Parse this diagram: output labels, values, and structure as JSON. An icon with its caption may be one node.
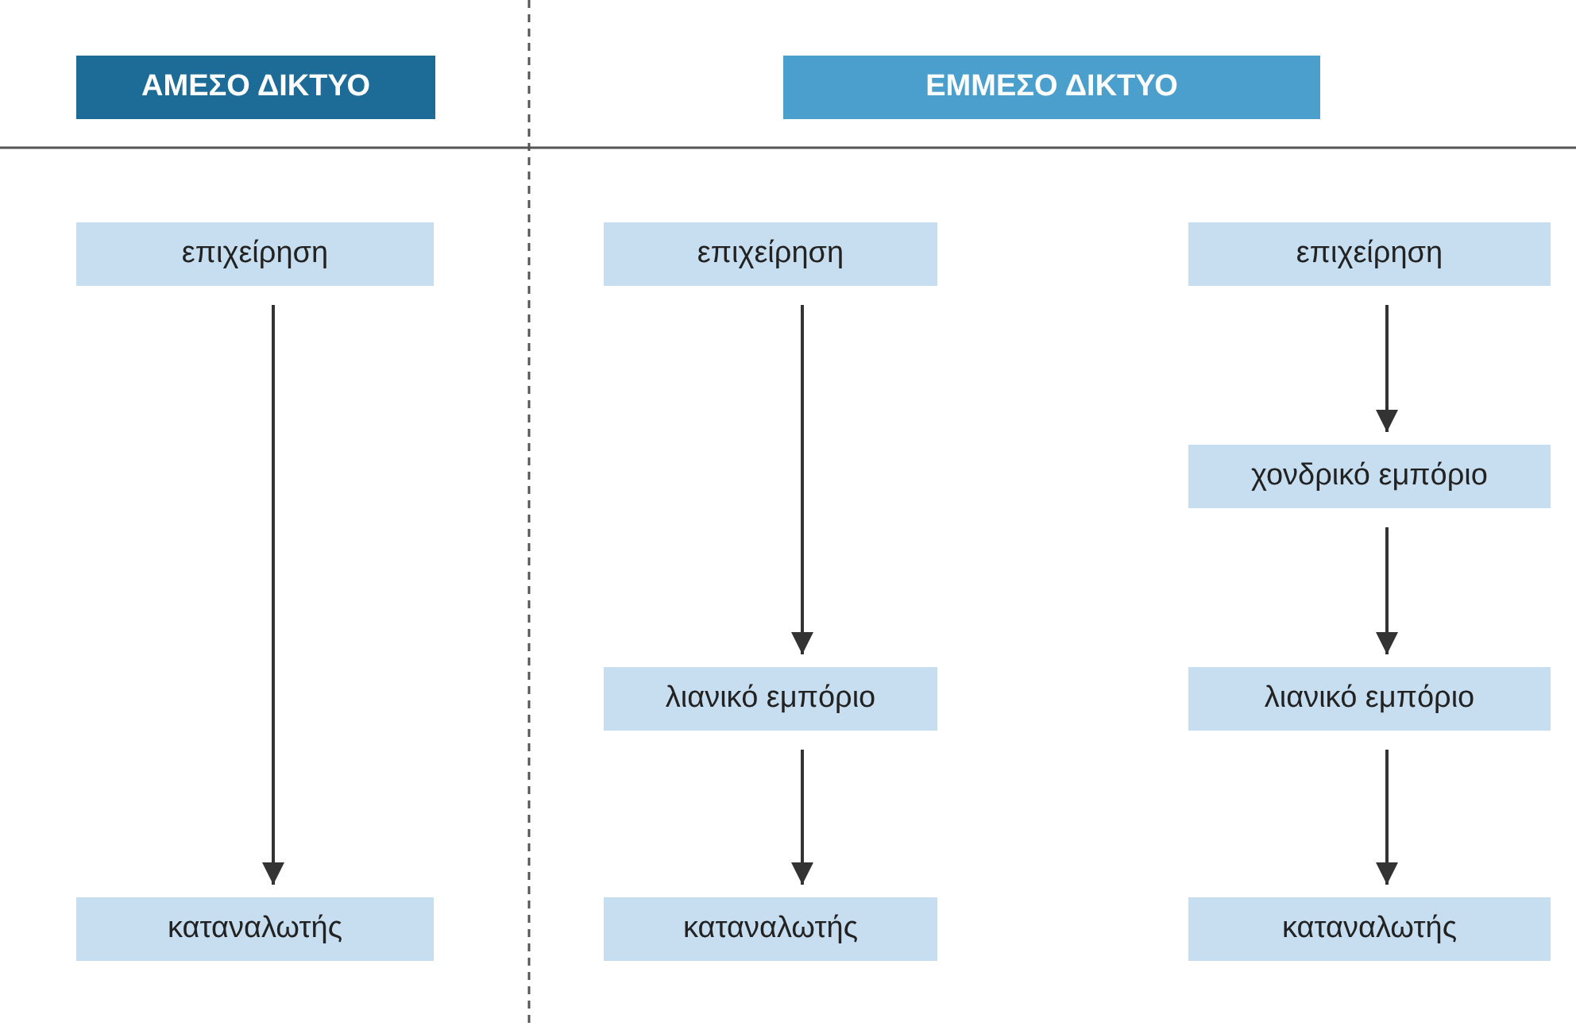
{
  "diagram": {
    "nodes": [
      {
        "text": [
          "ΑΜΕΣΟ ΔΙΚΤΥΟ"
        ]
      },
      {
        "text": [
          "ΕΜΜΕΣΟ ΔΙΚΤΥΟ"
        ]
      },
      {
        "text": [
          "επιχείρηση"
        ]
      },
      {
        "text": [
          "καταναλωτής"
        ]
      },
      {
        "text": [
          "επιχείρηση"
        ]
      },
      {
        "text": [
          "λιανικό εμπόριο"
        ]
      },
      {
        "text": [
          "καταναλωτής"
        ]
      },
      {
        "text": [
          "επιχείρηση"
        ]
      },
      {
        "text": [
          "χονδρικό εμπόριο"
        ]
      },
      {
        "text": [
          "λιανικό εμπόριο"
        ]
      },
      {
        "text": [
          "καταναλωτής"
        ]
      }
    ],
    "edges": [
      {
        "from": 2,
        "to": 3,
        "arrow": "to"
      },
      {
        "from": 4,
        "to": 5,
        "arrow": "to"
      },
      {
        "from": 5,
        "to": 6,
        "arrow": "to"
      },
      {
        "from": 7,
        "to": 8,
        "arrow": "to"
      },
      {
        "from": 8,
        "to": 9,
        "arrow": "to"
      },
      {
        "from": 9,
        "to": 10,
        "arrow": "to"
      }
    ]
  }
}
